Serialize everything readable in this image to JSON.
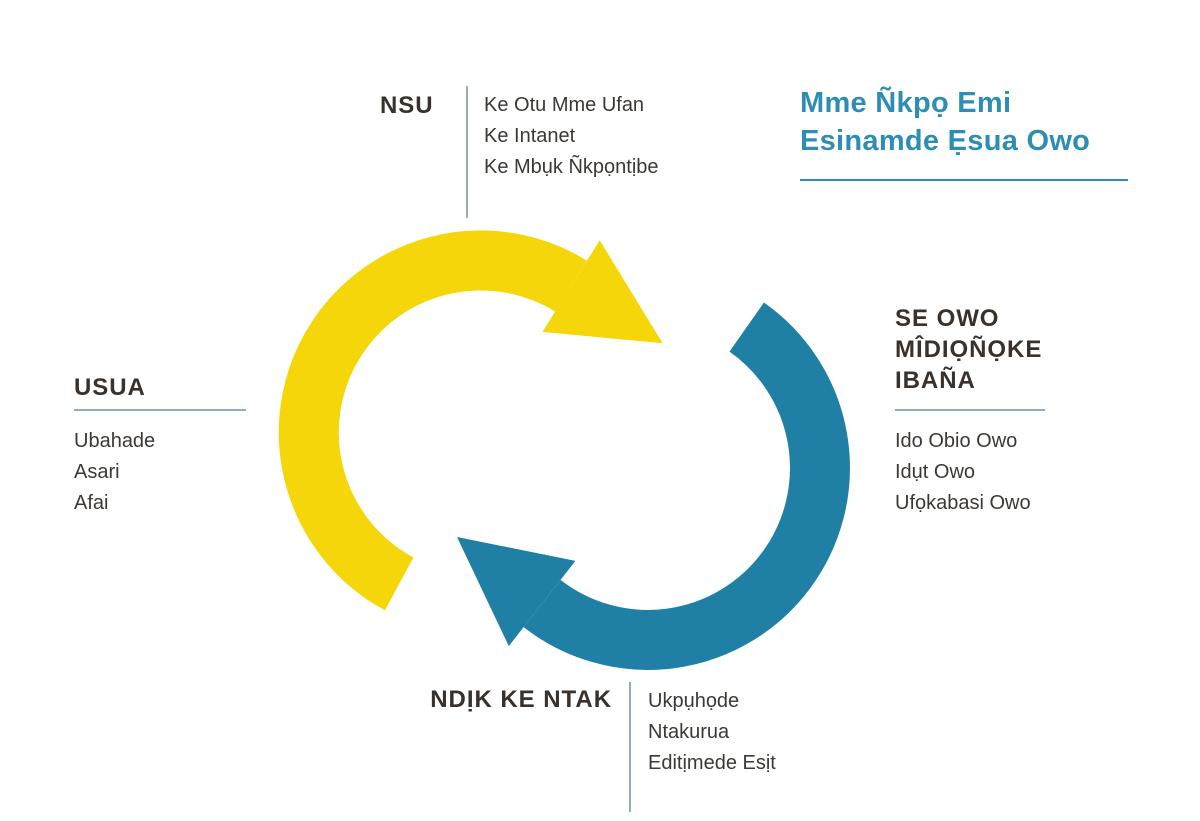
{
  "title": {
    "line1": "Mme Ñkpọ Emi",
    "line2": "Esinamde Ẹsua Owo"
  },
  "sections": {
    "top": {
      "heading": "NSU",
      "items": [
        "Ke Otu Mme Ufan",
        "Ke Intanet",
        "Ke Mbụk Ñkpọntịbe"
      ]
    },
    "right": {
      "heading_line1": "SE OWO",
      "heading_line2": "MÎDIỌÑỌKE",
      "heading_line3": "IBAÑA",
      "items": [
        "Ido Obio Owo",
        "Idụt Owo",
        "Ufọkabasi Owo"
      ]
    },
    "left": {
      "heading": "USUA",
      "items": [
        "Ubahade",
        "Asari",
        "Afai"
      ]
    },
    "bottom": {
      "heading": "NDỊK KE NTAK",
      "items": [
        "Ukpụhọde",
        "Ntakurua",
        "Editịmede Esịt"
      ]
    }
  },
  "colors": {
    "yellow": "#F5D60A",
    "teal": "#1F7FA5",
    "title_teal": "#2E8DB3",
    "heading": "#39312B",
    "body": "#3C3935",
    "line": "#8FAFBE"
  }
}
